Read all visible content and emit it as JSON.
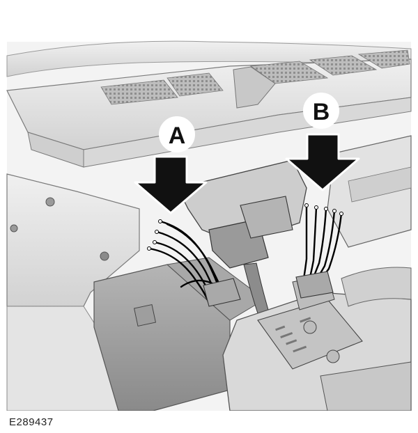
{
  "figure": {
    "id": "E289437",
    "callouts": [
      {
        "letter": "A",
        "target": "left-wire-harness-connector"
      },
      {
        "letter": "B",
        "target": "right-wire-harness-connector"
      }
    ]
  },
  "colors": {
    "background": "#ffffff",
    "body_light": "#e6e6e6",
    "body_mid": "#cfcfcf",
    "body_dark": "#8f8f8f",
    "arrow": "#111111",
    "wire": "#000000"
  },
  "icons": [
    "down-arrow-icon",
    "callout-circle-icon"
  ]
}
